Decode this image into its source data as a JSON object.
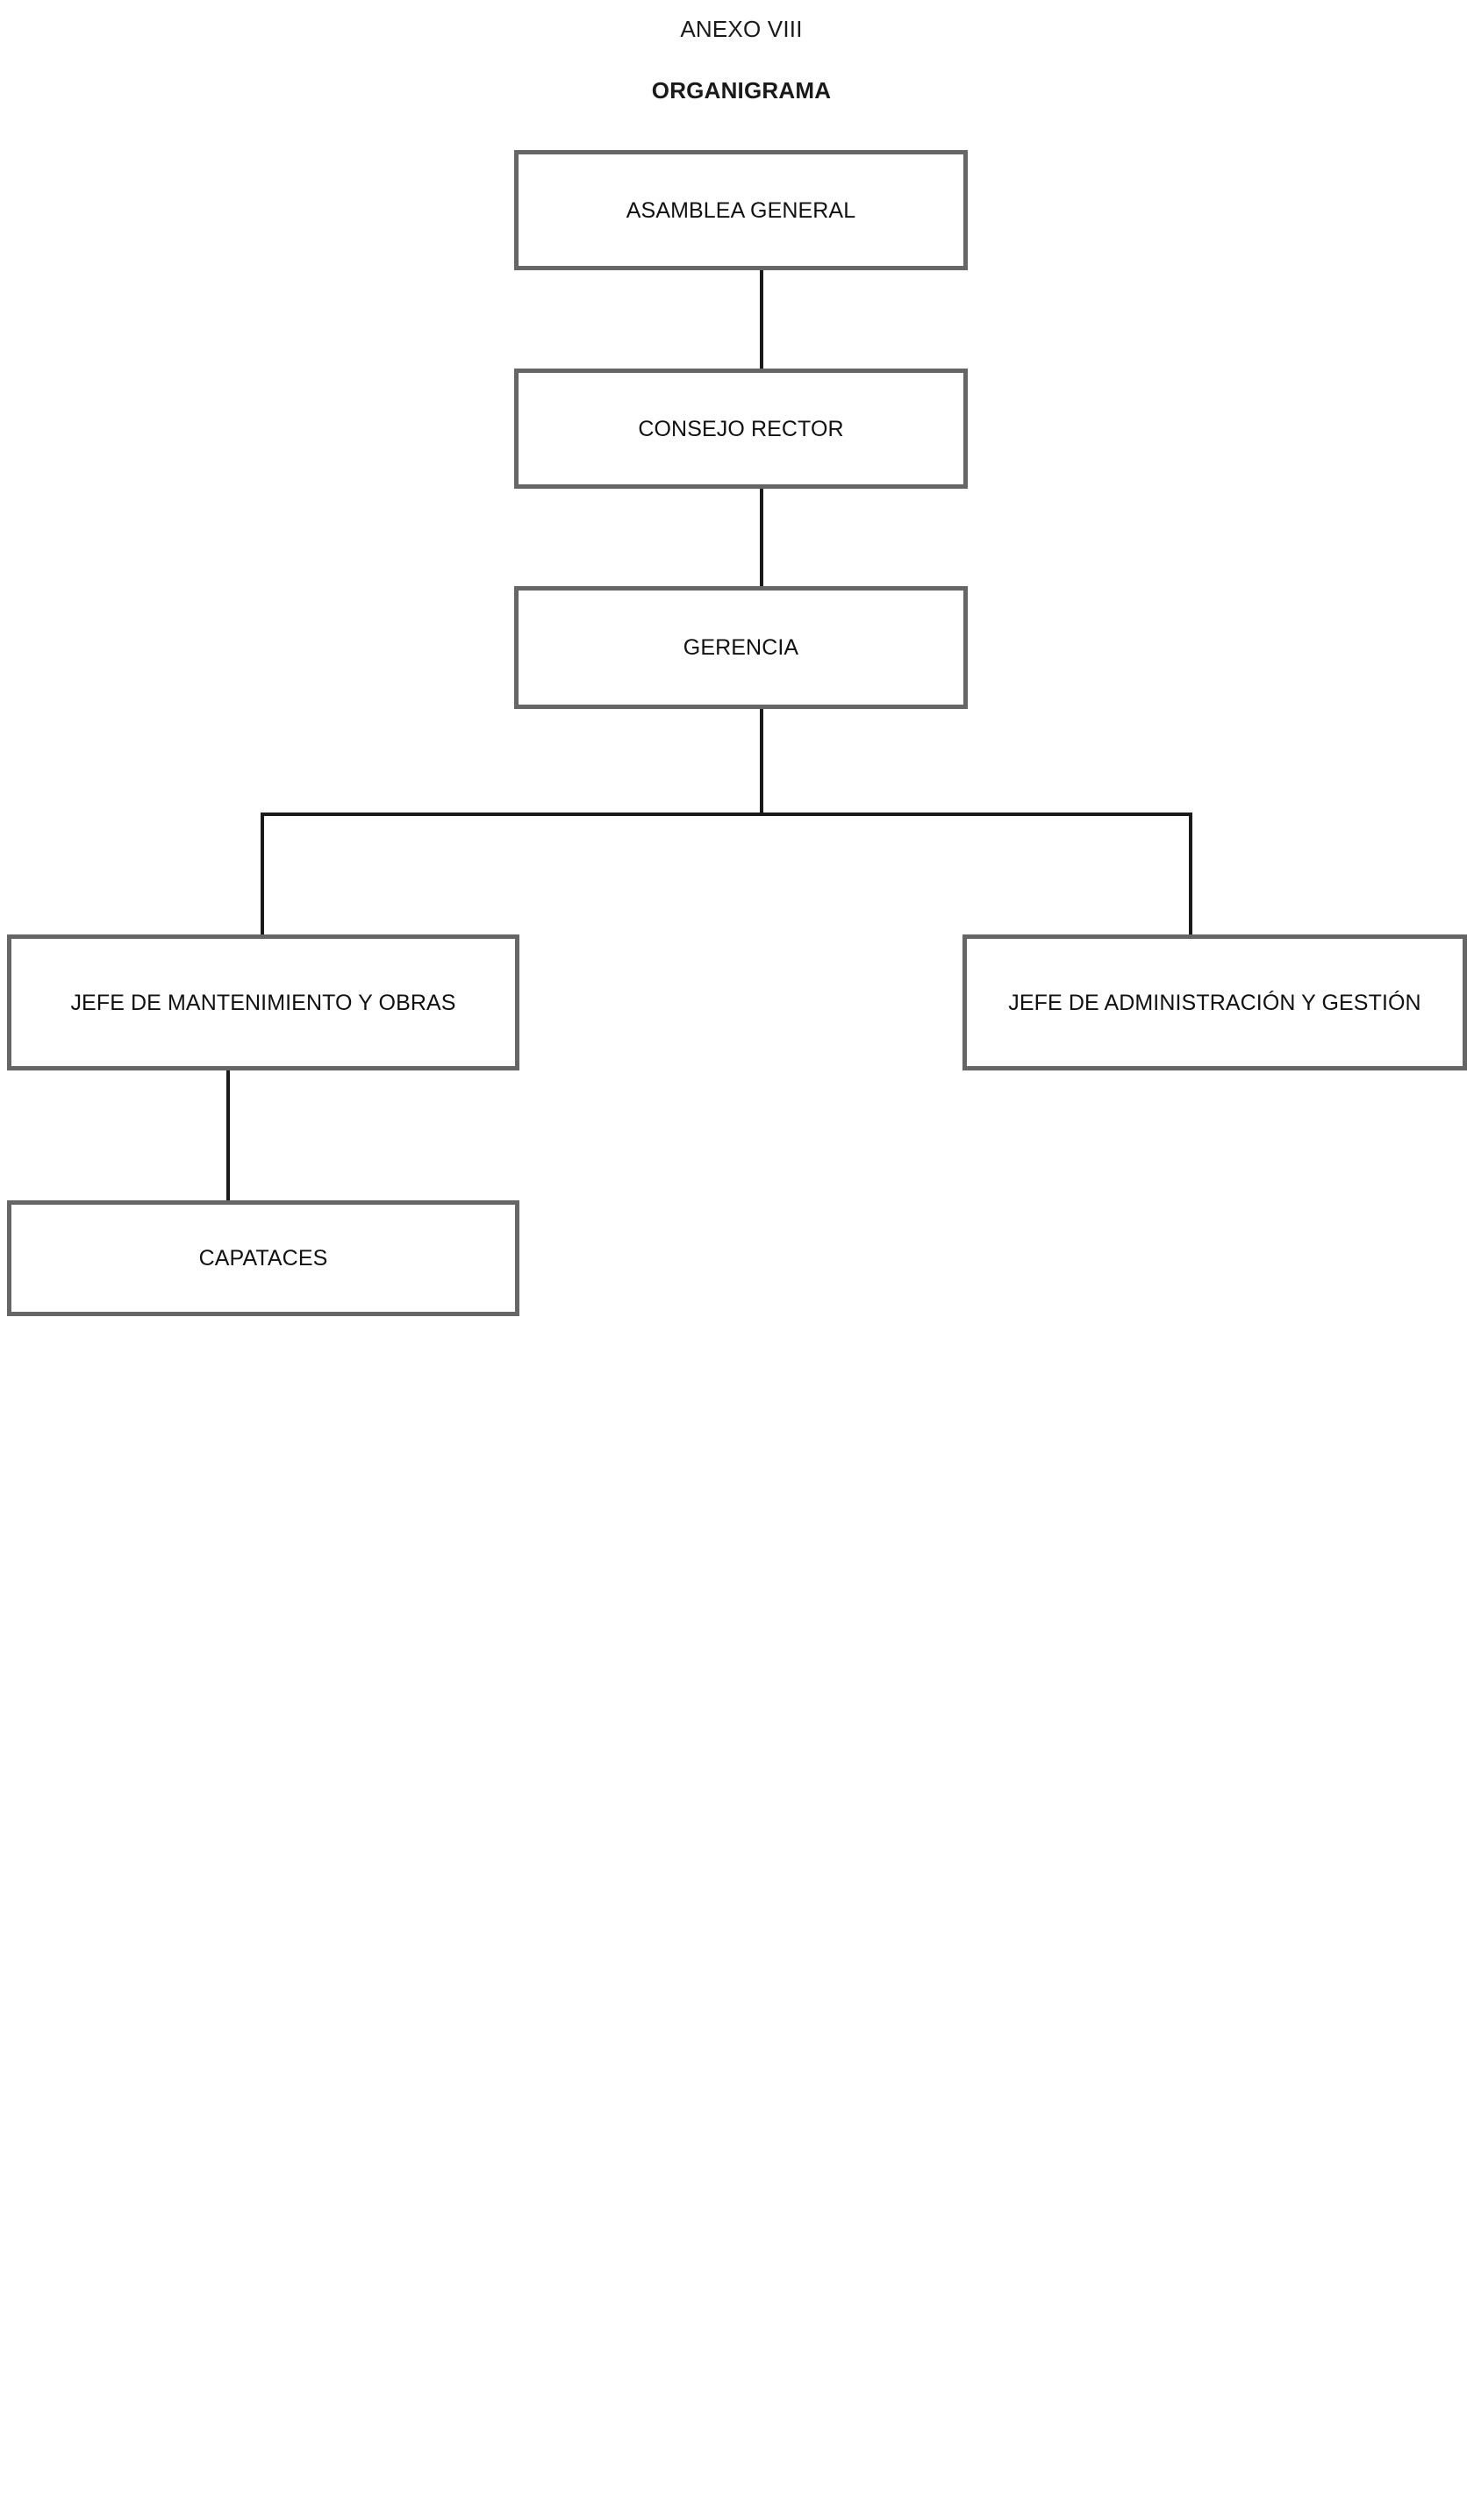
{
  "document": {
    "annex_label": "ANEXO VIII",
    "chart_title": "ORGANIGRAMA"
  },
  "chart_data": {
    "type": "diagram",
    "subtype": "organizational-chart",
    "title": "ORGANIGRAMA",
    "orientation": "top-down",
    "page_background": "#FFFFFF",
    "node_border_color": "#666666",
    "node_fill_color": "#FFFFFF",
    "connector_color": "#1A1A1A",
    "text_color": "#111111",
    "levels": [
      [
        "asamblea_general"
      ],
      [
        "consejo_rector"
      ],
      [
        "gerencia"
      ],
      [
        "jefe_mantenimiento_obras",
        "jefe_administracion_gestion"
      ],
      [
        "capataces"
      ]
    ],
    "nodes": [
      {
        "id": "asamblea_general",
        "label": "ASAMBLEA GENERAL",
        "level": 1,
        "parent": null
      },
      {
        "id": "consejo_rector",
        "label": "CONSEJO RECTOR",
        "level": 2,
        "parent": "asamblea_general"
      },
      {
        "id": "gerencia",
        "label": "GERENCIA",
        "level": 3,
        "parent": "consejo_rector"
      },
      {
        "id": "jefe_mantenimiento_obras",
        "label": "JEFE DE MANTENIMIENTO Y OBRAS",
        "level": 4,
        "parent": "gerencia"
      },
      {
        "id": "jefe_administracion_gestion",
        "label": "JEFE DE ADMINISTRACIÓN Y GESTIÓN",
        "level": 4,
        "parent": "gerencia"
      },
      {
        "id": "capataces",
        "label": "CAPATACES",
        "level": 5,
        "parent": "jefe_mantenimiento_obras"
      }
    ],
    "edges": [
      {
        "from": "asamblea_general",
        "to": "consejo_rector"
      },
      {
        "from": "consejo_rector",
        "to": "gerencia"
      },
      {
        "from": "gerencia",
        "to": "jefe_mantenimiento_obras"
      },
      {
        "from": "gerencia",
        "to": "jefe_administracion_gestion"
      },
      {
        "from": "jefe_mantenimiento_obras",
        "to": "capataces"
      }
    ]
  }
}
